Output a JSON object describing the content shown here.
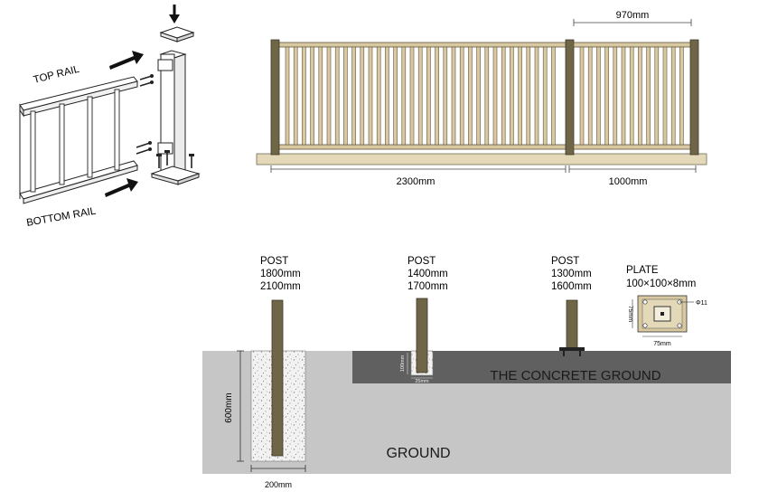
{
  "assembly": {
    "top_rail_label": "TOP RAIL",
    "bottom_rail_label": "BOTTOM RAIL"
  },
  "fence_elevation": {
    "left_panel_width_label": "2300mm",
    "right_panel_width_label": "1000mm",
    "right_panel_inner_label": "970mm"
  },
  "posts": [
    {
      "title": "POST",
      "length_a": "1800mm",
      "length_b": "2100mm"
    },
    {
      "title": "POST",
      "length_a": "1400mm",
      "length_b": "1700mm"
    },
    {
      "title": "POST",
      "length_a": "1300mm",
      "length_b": "1600mm"
    }
  ],
  "ground_section": {
    "concrete_label": "THE CONCRETE GROUND",
    "ground_label": "GROUND",
    "depth_label": "600mm",
    "hole_width_label": "200mm",
    "small_depth_label": "100mm",
    "small_width_label": "25mm"
  },
  "plate": {
    "title": "PLATE",
    "size": "100×100×8mm",
    "hole_label": "Φ11",
    "width_label": "75mm",
    "height_label": "75mm"
  },
  "colors": {
    "wood": "#6f6547",
    "wood_light": "#d8c9a1",
    "wood_pale": "#e3d9b8",
    "ground": "#c6c6c6",
    "concrete": "#606060"
  }
}
